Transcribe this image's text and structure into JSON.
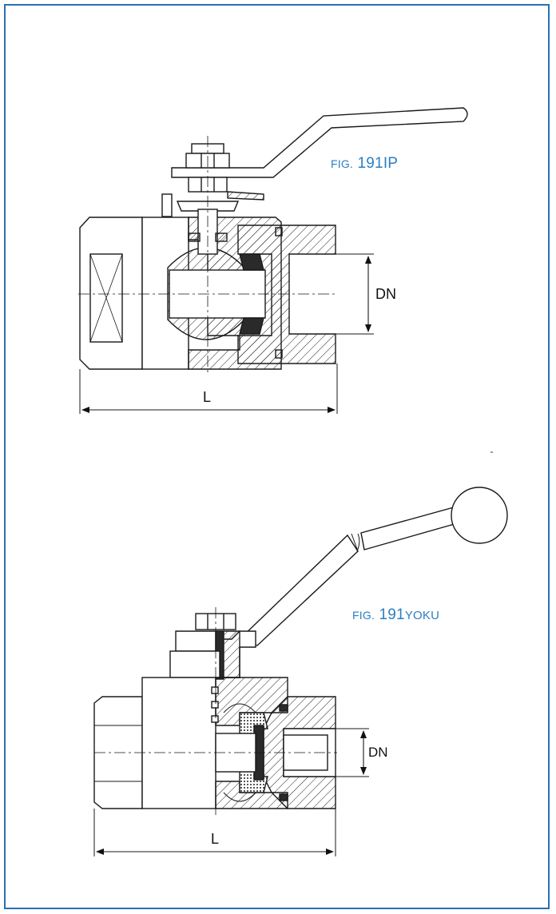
{
  "colors": {
    "frame": "#2b6fb0",
    "label": "#2b7fc4",
    "ink": "#1a1a1a"
  },
  "figure_1": {
    "fig_prefix": "FIG.",
    "number": "191IP",
    "dim_height": "DN",
    "dim_length": "L"
  },
  "figure_2": {
    "fig_prefix": "FIG.",
    "number": "191",
    "suffix": "YOKU",
    "dim_height": "DN",
    "dim_length": "L"
  }
}
